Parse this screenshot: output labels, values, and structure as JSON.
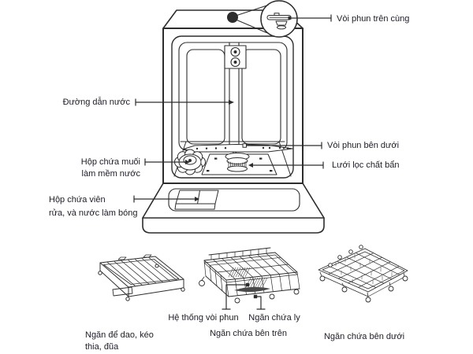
{
  "figure": "dishwasher-parts-diagram",
  "colors": {
    "line": "#2d2d2d",
    "text": "#1c1c26",
    "background": "#ffffff"
  },
  "machine": {
    "labels": {
      "top_spray": "Vòi phun trên cùng",
      "water_line": "Đường dẫn nước",
      "lower_spray": "Vòi phun bên dưới",
      "dirt_filter": "Lưới lọc chất bẩn",
      "salt_box": {
        "line1": "Hộp chứa muối",
        "line2": "làm mềm nước"
      },
      "detergent_box": {
        "line1": "Hộp chứa viên",
        "line2": "rửa, và nước làm bóng"
      }
    }
  },
  "racks": {
    "spray_system": "Hệ thống vòi phun",
    "cup_holder": "Ngăn chứa ly",
    "cutlery_tray": {
      "line1": "Ngăn để dao, kéo",
      "line2": "thia, đũa"
    },
    "upper_rack": "Ngăn chứa bên trên",
    "lower_rack": "Ngăn chứa bên dưới"
  }
}
